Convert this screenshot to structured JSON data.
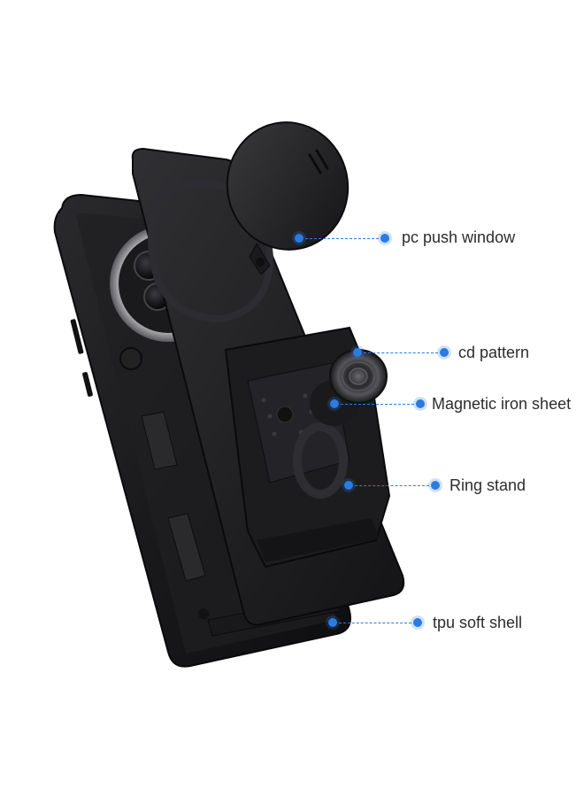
{
  "colors": {
    "accent": "#2b7be0",
    "label_text": "#2c2c2c",
    "case_black": "#1c1c1e",
    "background": "#ffffff"
  },
  "callouts": [
    {
      "label": "pc push window"
    },
    {
      "label": "cd pattern"
    },
    {
      "label": "Magnetic iron sheet"
    },
    {
      "label": "Ring stand"
    },
    {
      "label": "tpu soft shell"
    }
  ]
}
